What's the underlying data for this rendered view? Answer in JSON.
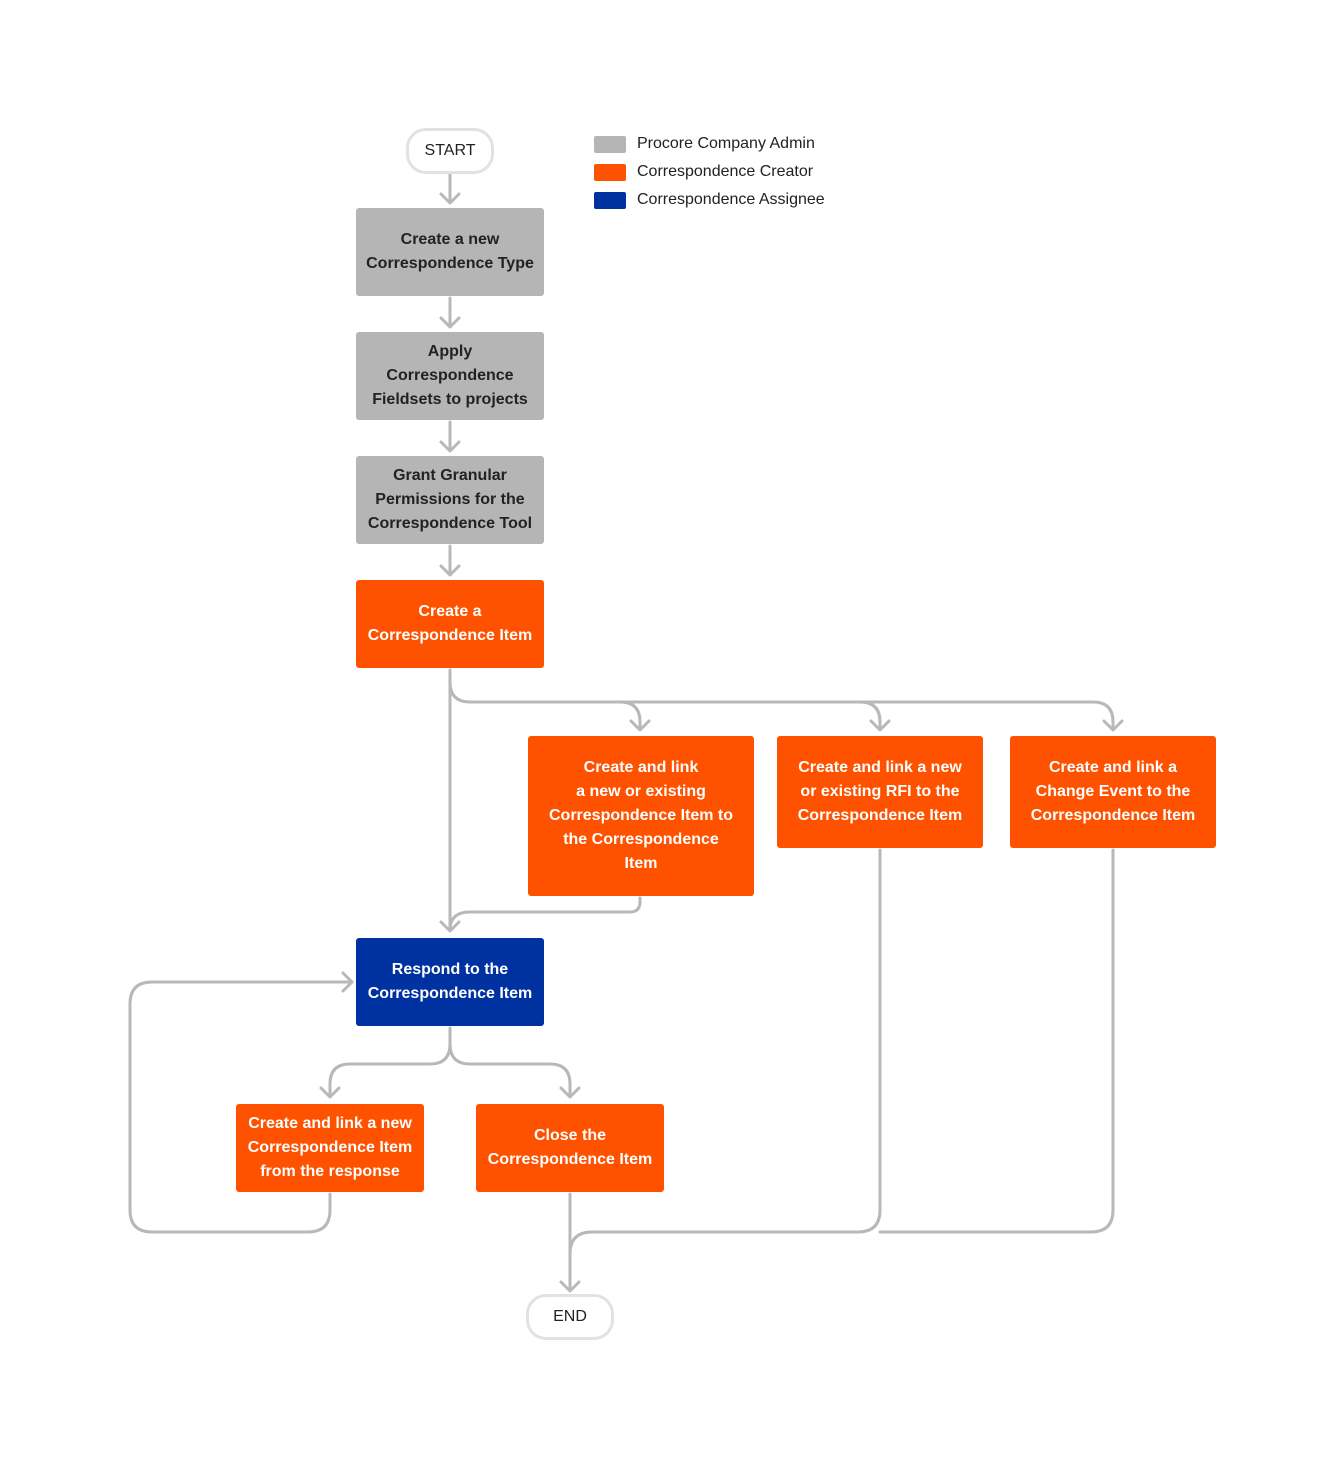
{
  "colors": {
    "admin": "#b5b5b5",
    "creator": "#ff5200",
    "assignee": "#0031a0",
    "connector": "#b8b8b8"
  },
  "legend": [
    {
      "label": "Procore Company Admin",
      "color": "#b5b5b5"
    },
    {
      "label": "Correspondence Creator",
      "color": "#ff5200"
    },
    {
      "label": "Correspondence Assignee",
      "color": "#0031a0"
    }
  ],
  "terminals": {
    "start": "START",
    "end": "END"
  },
  "steps": {
    "create_type": {
      "role": "admin",
      "lines": [
        "Create a new",
        "Correspondence Type"
      ]
    },
    "apply_fieldsets": {
      "role": "admin",
      "lines": [
        "Apply",
        "Correspondence",
        "Fieldsets to projects"
      ]
    },
    "grant_permissions": {
      "role": "admin",
      "lines": [
        "Grant Granular",
        "Permissions for the",
        "Correspondence Tool"
      ]
    },
    "create_item": {
      "role": "creator",
      "lines": [
        "Create a",
        "Correspondence Item"
      ]
    },
    "link_correspondence": {
      "role": "creator",
      "lines": [
        "Create and link",
        "a new or existing",
        "Correspondence Item to",
        "the Correspondence",
        "Item"
      ]
    },
    "link_rfi": {
      "role": "creator",
      "lines": [
        "Create and link a new",
        "or existing RFI to the",
        "Correspondence Item"
      ]
    },
    "link_change_event": {
      "role": "creator",
      "lines": [
        "Create and link a",
        "Change Event to the",
        "Correspondence Item"
      ]
    },
    "respond": {
      "role": "assignee",
      "lines": [
        "Respond to the",
        "Correspondence Item"
      ]
    },
    "link_from_response": {
      "role": "creator",
      "lines": [
        "Create and link a new",
        "Correspondence Item",
        "from the response"
      ]
    },
    "close_item": {
      "role": "creator",
      "lines": [
        "Close the",
        "Correspondence Item"
      ]
    }
  }
}
